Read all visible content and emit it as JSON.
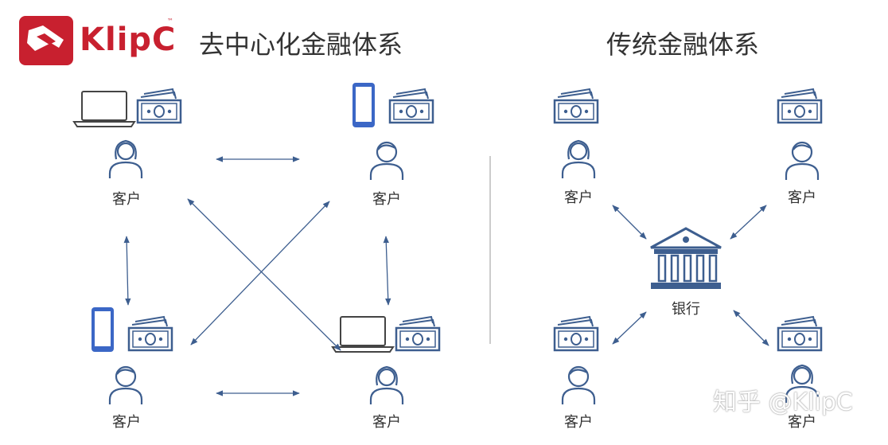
{
  "brand": {
    "logo_text": "KlipC",
    "trademark": "™"
  },
  "titles": {
    "left": "去中心化金融体系",
    "right": "传统金融体系"
  },
  "decentralized": {
    "nodes": [
      {
        "id": "top-left",
        "label": "客户",
        "device": "laptop",
        "avatar": "female"
      },
      {
        "id": "top-right",
        "label": "客户",
        "device": "phone",
        "avatar": "male"
      },
      {
        "id": "bottom-left",
        "label": "客户",
        "device": "phone",
        "avatar": "male"
      },
      {
        "id": "bottom-right",
        "label": "客户",
        "device": "laptop",
        "avatar": "female"
      }
    ]
  },
  "traditional": {
    "hub": {
      "label": "银行",
      "icon": "bank-icon"
    },
    "nodes": [
      {
        "id": "top-left",
        "label": "客户",
        "avatar": "female"
      },
      {
        "id": "top-right",
        "label": "客户",
        "avatar": "male"
      },
      {
        "id": "bottom-left",
        "label": "客户",
        "avatar": "male"
      },
      {
        "id": "bottom-right",
        "label": "客户",
        "avatar": "female"
      }
    ]
  },
  "colors": {
    "brand": "#c8202f",
    "line": "#3d5e8f",
    "device": "#3b67c6",
    "text": "#333333"
  },
  "watermark": "知乎 @KlipC"
}
